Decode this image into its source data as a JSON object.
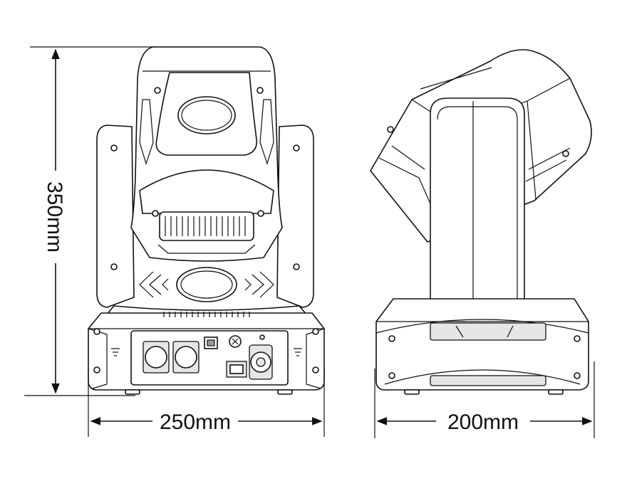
{
  "diagram": {
    "height_label": "350mm",
    "front_width_label": "250mm",
    "side_depth_label": "200mm"
  },
  "colors": {
    "line": "#111111",
    "fill": "#ffffff",
    "shade": "#e6e6e6"
  }
}
